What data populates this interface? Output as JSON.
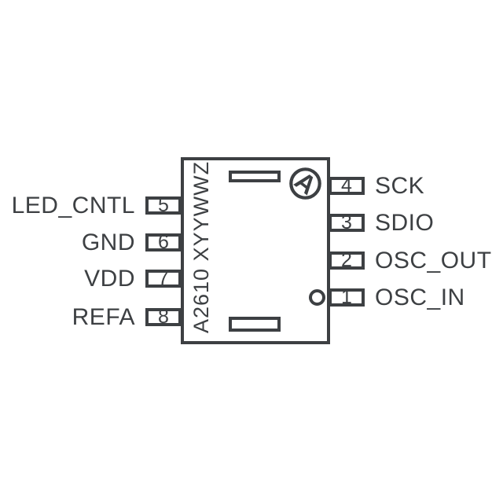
{
  "diagram": {
    "package_top_view": {
      "chip_marking": "A2610 XYYWWZ",
      "logo_letter": "A"
    },
    "left_pins": [
      {
        "number": "5",
        "label": "LED_CNTL"
      },
      {
        "number": "6",
        "label": "GND"
      },
      {
        "number": "7",
        "label": "VDD"
      },
      {
        "number": "8",
        "label": "REFA"
      }
    ],
    "right_pins": [
      {
        "number": "4",
        "label": "SCK"
      },
      {
        "number": "3",
        "label": "SDIO"
      },
      {
        "number": "2",
        "label": "OSC_OUT"
      },
      {
        "number": "1",
        "label": "OSC_IN"
      }
    ],
    "colors": {
      "stroke": "#3d4043",
      "background": "#ffffff"
    }
  }
}
